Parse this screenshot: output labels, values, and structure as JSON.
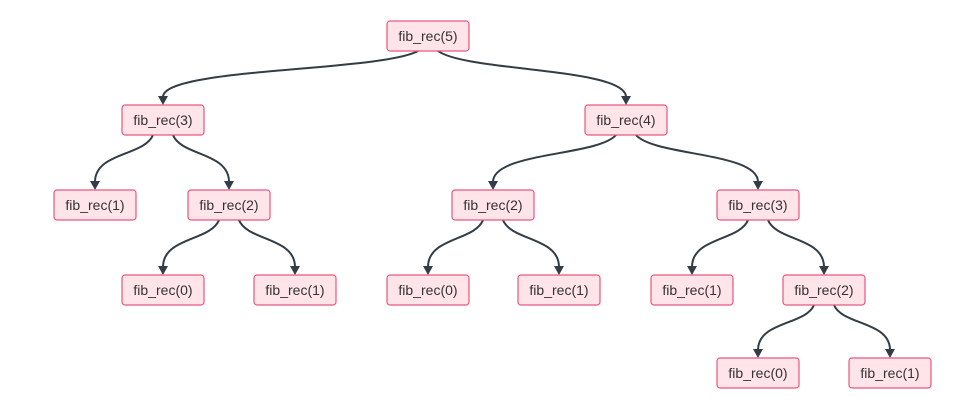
{
  "diagram": {
    "nodes": [
      {
        "id": "n5",
        "label": "fib_rec(5)"
      },
      {
        "id": "n3",
        "label": "fib_rec(3)"
      },
      {
        "id": "n4",
        "label": "fib_rec(4)"
      },
      {
        "id": "n3_1",
        "label": "fib_rec(1)"
      },
      {
        "id": "n3_2",
        "label": "fib_rec(2)"
      },
      {
        "id": "n4_2",
        "label": "fib_rec(2)"
      },
      {
        "id": "n4_3",
        "label": "fib_rec(3)"
      },
      {
        "id": "n32_0",
        "label": "fib_rec(0)"
      },
      {
        "id": "n32_1",
        "label": "fib_rec(1)"
      },
      {
        "id": "n42_0",
        "label": "fib_rec(0)"
      },
      {
        "id": "n42_1",
        "label": "fib_rec(1)"
      },
      {
        "id": "n43_1",
        "label": "fib_rec(1)"
      },
      {
        "id": "n43_2",
        "label": "fib_rec(2)"
      },
      {
        "id": "n432_0",
        "label": "fib_rec(0)"
      },
      {
        "id": "n432_1",
        "label": "fib_rec(1)"
      }
    ],
    "edges": [
      {
        "from": "n5",
        "to": "n3"
      },
      {
        "from": "n5",
        "to": "n4"
      },
      {
        "from": "n3",
        "to": "n3_1"
      },
      {
        "from": "n3",
        "to": "n3_2"
      },
      {
        "from": "n3_2",
        "to": "n32_0"
      },
      {
        "from": "n3_2",
        "to": "n32_1"
      },
      {
        "from": "n4",
        "to": "n4_2"
      },
      {
        "from": "n4",
        "to": "n4_3"
      },
      {
        "from": "n4_2",
        "to": "n42_0"
      },
      {
        "from": "n4_2",
        "to": "n42_1"
      },
      {
        "from": "n4_3",
        "to": "n43_1"
      },
      {
        "from": "n4_3",
        "to": "n43_2"
      },
      {
        "from": "n43_2",
        "to": "n432_0"
      },
      {
        "from": "n43_2",
        "to": "n432_1"
      }
    ]
  }
}
